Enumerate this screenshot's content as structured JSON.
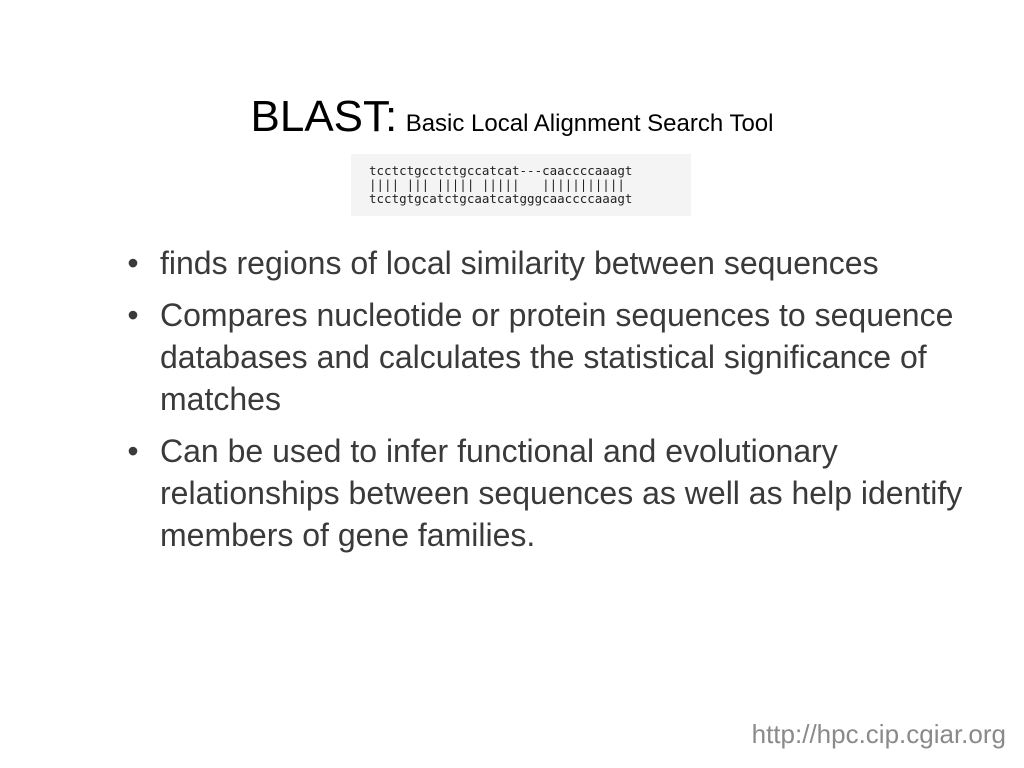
{
  "slide": {
    "title": "BLAST:",
    "subtitle": "Basic Local Alignment Search Tool",
    "alignment": {
      "top": "tcctctgcctctgccatcat---caaccccaaagt",
      "middle": "|||| ||| ||||| |||||   |||||||||||",
      "bottom": "tcctgtgcatctgcaatcatgggcaaccccaaagt"
    },
    "bullet_glyph": "•",
    "bullets": [
      "finds regions of local similarity between sequences",
      "Compares nucleotide or protein sequences to sequence databases and calculates the statistical significance of matches",
      "Can be used to infer functional and evolutionary relationships between sequences as well as help identify members of gene families."
    ],
    "footer_url": "http://hpc.cip.cgiar.org"
  }
}
